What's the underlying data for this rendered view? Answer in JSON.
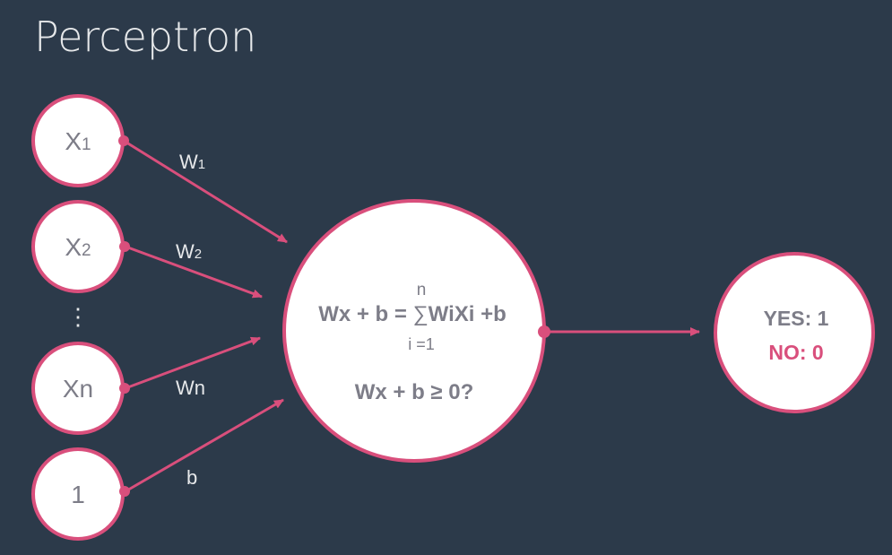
{
  "title": "Perceptron",
  "colors": {
    "background": "#2c3a4a",
    "accent": "#d94f7c",
    "node_fill": "#ffffff",
    "node_text": "#7d7d88",
    "title_text": "#e6e8ea",
    "weight_text": "#e6e8ea",
    "no_text": "#d94f7c"
  },
  "inputs": [
    {
      "label_main": "X",
      "label_sub": "1"
    },
    {
      "label_main": "X",
      "label_sub": "2"
    },
    {
      "label_main": "Xn",
      "label_sub": ""
    },
    {
      "label_main": "1",
      "label_sub": ""
    }
  ],
  "ellipsis": "⋮",
  "weights": [
    {
      "main": "W",
      "sub": "1"
    },
    {
      "main": "W",
      "sub": "2"
    },
    {
      "main": "Wn",
      "sub": ""
    },
    {
      "main": "b",
      "sub": ""
    }
  ],
  "neuron": {
    "formula_left": "Wx + b = ",
    "sum_symbol": "∑",
    "sum_body": "WiXi +b",
    "sum_upper": "n",
    "sum_lower": "i =1",
    "condition": "Wx + b ≥ 0?"
  },
  "output": {
    "yes": "YES: 1",
    "no": "NO: 0"
  }
}
